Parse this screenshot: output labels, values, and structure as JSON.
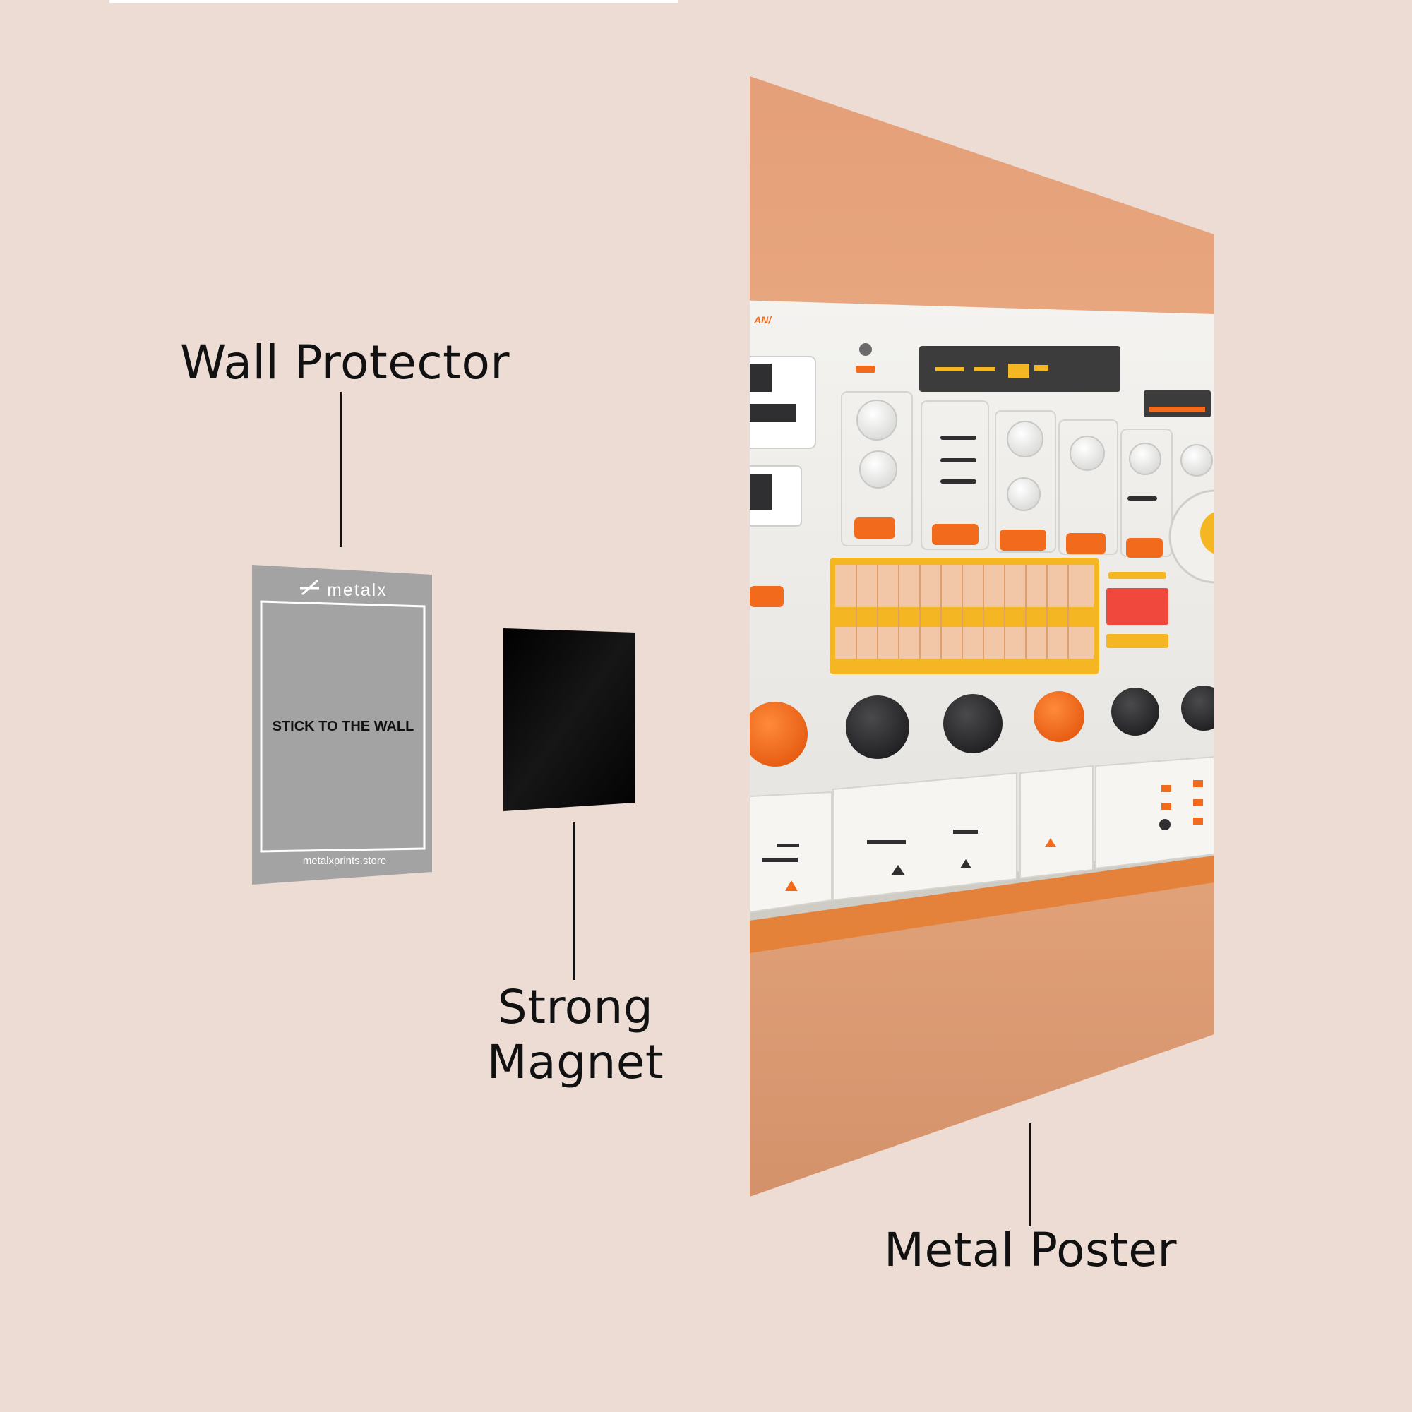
{
  "labels": {
    "wall_protector": "Wall Protector",
    "strong_magnet_line1": "Strong",
    "strong_magnet_line2": "Magnet",
    "metal_poster": "Metal Poster"
  },
  "protector_card": {
    "brand": "metalx",
    "instruction": "STICK TO THE WALL",
    "website": "metalxprints.store"
  },
  "colors": {
    "background": "#ecdcd3",
    "protector_gray": "#a3a3a3",
    "magnet_black": "#050505",
    "poster_peach": "#e6a57c",
    "panel_white": "#f1f0ec",
    "accent_orange": "#f26a1c",
    "accent_yellow": "#f5b623",
    "accent_red": "#f0483c",
    "knob_dark": "#2f2f31",
    "text_dark": "#111111"
  }
}
